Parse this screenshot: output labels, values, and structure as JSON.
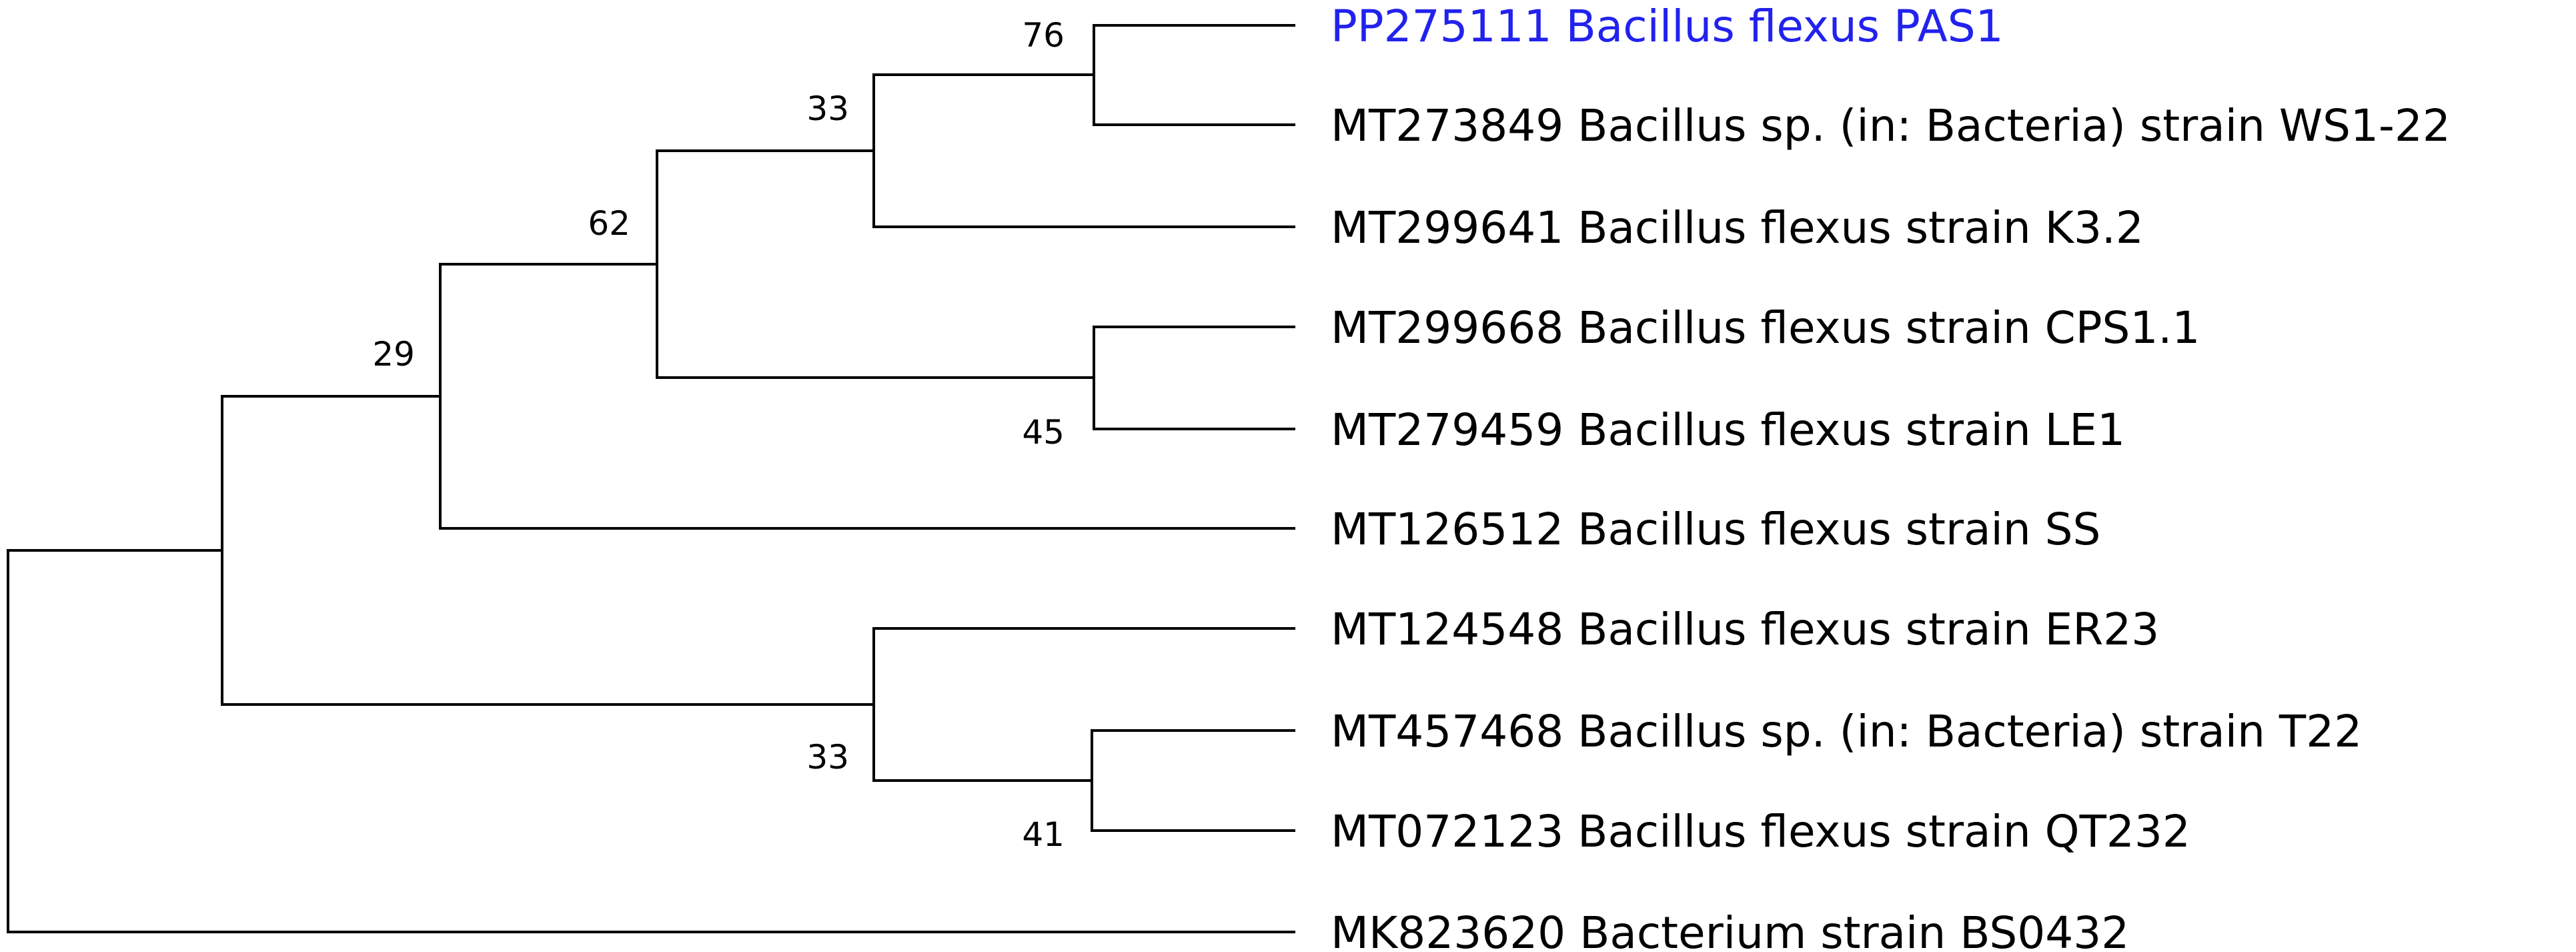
{
  "tree": {
    "highlight_color": "#2222ee",
    "line_color": "#000000",
    "leaves": [
      {
        "id": "PP275111",
        "label": "PP275111 Bacillus flexus PAS1",
        "highlight": true
      },
      {
        "id": "MT273849",
        "label": "MT273849 Bacillus sp. (in: Bacteria) strain WS1-22",
        "highlight": false
      },
      {
        "id": "MT299641",
        "label": "MT299641 Bacillus flexus strain K3.2",
        "highlight": false
      },
      {
        "id": "MT299668",
        "label": "MT299668 Bacillus flexus strain CPS1.1",
        "highlight": false
      },
      {
        "id": "MT279459",
        "label": "MT279459 Bacillus flexus strain LE1",
        "highlight": false
      },
      {
        "id": "MT126512",
        "label": "MT126512 Bacillus flexus strain SS",
        "highlight": false
      },
      {
        "id": "MT124548",
        "label": "MT124548 Bacillus flexus strain ER23",
        "highlight": false
      },
      {
        "id": "MT457468",
        "label": "MT457468 Bacillus sp. (in: Bacteria) strain T22",
        "highlight": false
      },
      {
        "id": "MT072123",
        "label": "MT072123 Bacillus flexus strain QT232",
        "highlight": false
      },
      {
        "id": "MK823620",
        "label": "MK823620 Bacterium strain BS0432",
        "highlight": false
      }
    ],
    "support_values": [
      {
        "clade": "PP275111+MT273849",
        "value": "76"
      },
      {
        "clade": "PP275111+MT273849+MT299641",
        "value": "33"
      },
      {
        "clade": "MT299668+MT279459",
        "value": "45"
      },
      {
        "clade": "PP275111..MT279459",
        "value": "62"
      },
      {
        "clade": "PP275111..MT126512",
        "value": "29"
      },
      {
        "clade": "MT457468+MT072123",
        "value": "41"
      },
      {
        "clade": "MT124548+MT457468+MT072123",
        "value": "33"
      }
    ]
  }
}
